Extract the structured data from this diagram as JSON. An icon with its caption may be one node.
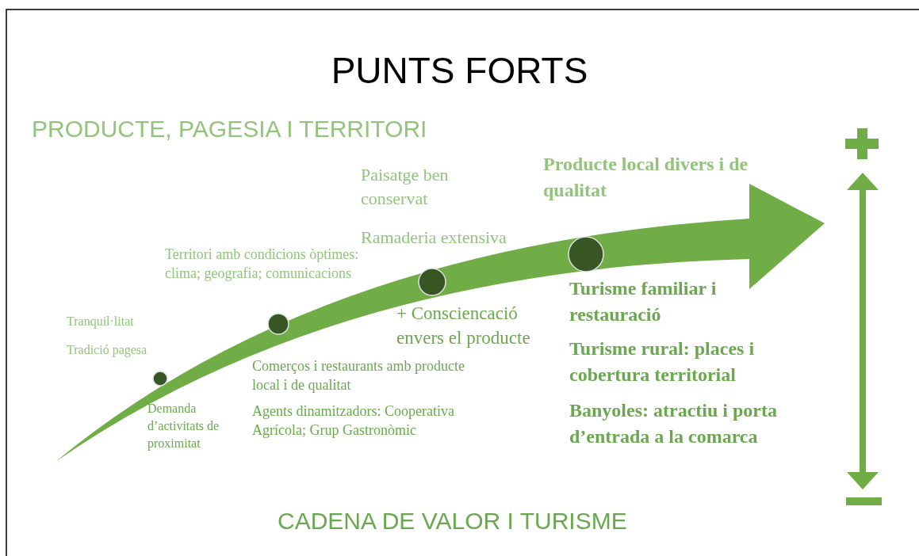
{
  "diagram": {
    "title": "PUNTS FORTS",
    "labels": [
      "PRODUCTE, PAGESIA I TERRITORI",
      "Paisatge ben conservat",
      "Producte local divers i de qualitat",
      "Ramaderia extensiva",
      "Territori amb condicions òptimes: clima; geografia; comunicacions",
      "Tranquil·litat",
      "+ Consciencació envers el producte",
      "Turisme familiar i restauració",
      "Tradició pagesa",
      "Turisme rural: places i cobertura territorial",
      "Comerços i restaurants amb producte local i de qualitat",
      "Demanda d’activitats de proximitat",
      "Agents dinamitzadors: Cooperativa Agrícola; Grup Gastronòmic",
      "Banyoles: atractiu i porta d’entrada a la comarca",
      "CADENA DE VALOR I TURISME"
    ]
  }
}
